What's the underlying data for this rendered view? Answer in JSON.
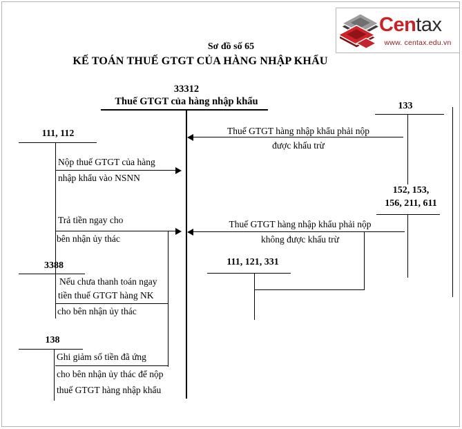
{
  "logo": {
    "brand_cen": "Cen",
    "brand_tax": "tax",
    "website": "www. centax.edu.vn"
  },
  "header": {
    "diagram_number": "Sơ đồ số 65",
    "title": "KẾ TOÁN THUẾ GTGT CỦA HÀNG NHẬP KHẨU"
  },
  "accounts": {
    "central": {
      "number": "33312",
      "name": "Thuế GTGT của hàng nhập khẩu"
    },
    "acc_133": {
      "number": "133"
    },
    "acc_111_112": {
      "number": "111, 112"
    },
    "acc_152_group": {
      "line1": "152, 153,",
      "line2": "156, 211, 611"
    },
    "acc_111_121_331": {
      "number": "111, 121, 331"
    },
    "acc_3388": {
      "number": "3388"
    },
    "acc_138": {
      "number": "138"
    }
  },
  "flows": {
    "deductible": {
      "line1": "Thuế GTGT hàng nhập khẩu phải nộp",
      "line2": "được khấu trừ"
    },
    "pay_nsnn": {
      "line1": "Nộp thuế GTGT của hàng",
      "line2": "nhập khẩu vào NSNN"
    },
    "pay_entrustee": {
      "line1": "Trả tiền ngay cho",
      "line2": "bên nhận ủy thác"
    },
    "non_deductible": {
      "line1": "Thuế GTGT hàng nhập khẩu phải nộp",
      "line2": "không được khấu trừ"
    },
    "not_yet_paid": {
      "line1": "Nếu chưa thanh toán ngay",
      "line2": "tiền thuế GTGT hàng NK",
      "line3": "cho bên nhận ủy thác"
    },
    "reduce_advance": {
      "line1": "Ghi giảm số tiền đã ứng",
      "line2": "cho bên nhận ủy thác để nộp",
      "line3": "thuế GTGT hàng nhập khẩu"
    }
  },
  "colors": {
    "line": "#000000",
    "logo_red": "#cc2027",
    "logo_dark": "#2f2b2c",
    "logo_url_red": "#8e191c",
    "border_grey": "#b5b5b5"
  }
}
